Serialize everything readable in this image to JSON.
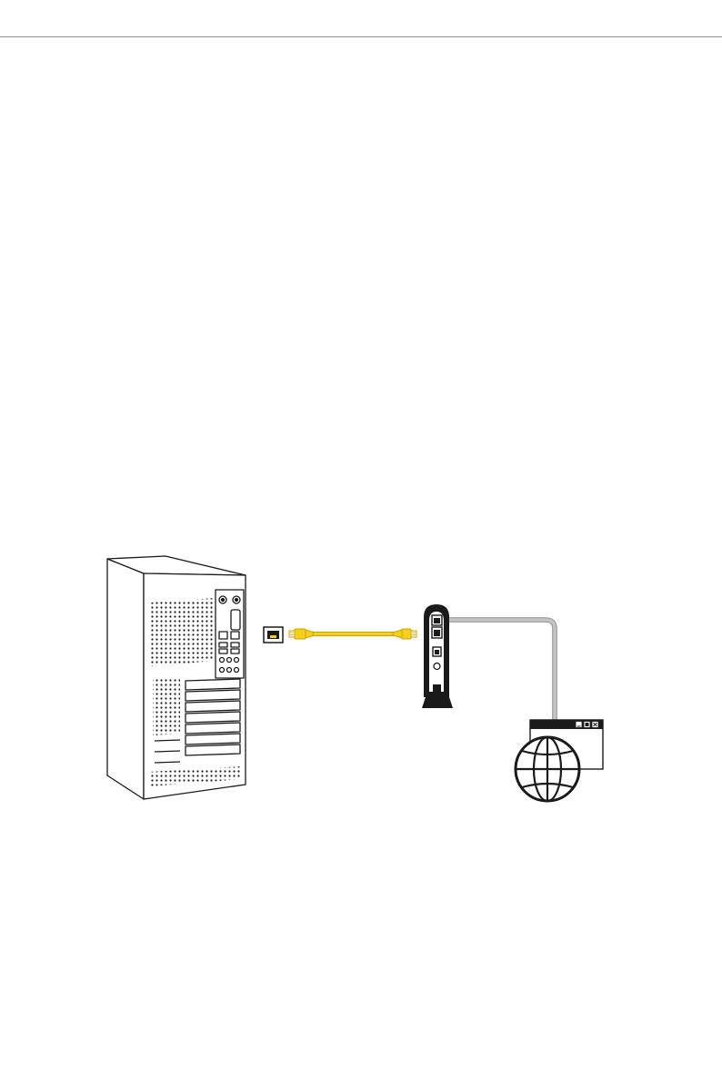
{
  "colors": {
    "line": "#1a1a1a",
    "ethernet_cable": "#f5cf1a",
    "ethernet_cable_shadow": "#c9a300",
    "wan_cable": "#b3b3b3",
    "header_rule": "#8c8c8c",
    "background": "#ffffff"
  },
  "nodes": [
    {
      "id": "computer",
      "icon": "desktop-tower-icon"
    },
    {
      "id": "lan-port",
      "icon": "rj45-port-icon"
    },
    {
      "id": "ethernet-cable",
      "icon": "ethernet-cable-icon"
    },
    {
      "id": "modem",
      "icon": "modem-icon"
    },
    {
      "id": "internet",
      "icon": "globe-browser-icon"
    }
  ],
  "edges": [
    {
      "from": "computer",
      "to": "modem",
      "via": "ethernet-cable"
    },
    {
      "from": "modem",
      "to": "internet",
      "via": "wan-cable"
    }
  ]
}
